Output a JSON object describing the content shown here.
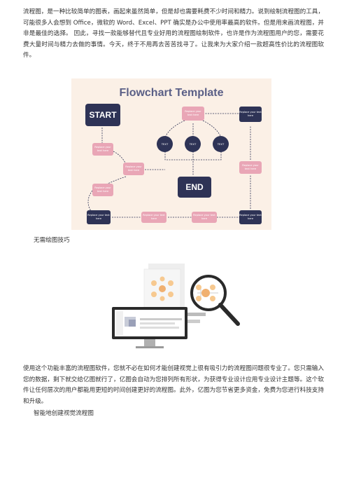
{
  "paragraphs": {
    "p1": "流程图，是一种比较简单的图表，画起来虽然简单，但是却也需要耗费不少时间和精力。说到绘制流程图的工具，可能很多人会想到 Office，微软的 Word、Excel、PPT 确实是办公中使用率最高的软件。但是用来画流程图，并非是最佳的选择。 因此，寻找一款能够替代且专业好用的流程图绘制软件，也许是作为流程图用户的您，需要花费大量时间与精力去做的事情。今天，终于不用再去苦苦找寻了。让我来为大家介绍一款超高性价比的流程图软件。",
    "p2": "使用这个功能丰富的流程图软件，您就不必在如何才能创建视觉上很有吸引力的流程图问题很专业了。您只需输入您的数据，剩下就交给亿图就行了，亿图会自动为您排列所有形状，为获得专业设计应用专业设计主题等。这个软件让任何层次的用户都能用更短的时间创建更好的流程图。此外，亿图为您节省更多资金，免费为您进行科技支持和升级。"
  },
  "captions": {
    "cap1": "无需绘图技巧",
    "cap2": "智能地创建视觉流程图"
  },
  "flowchart": {
    "title": "Flowchart Template",
    "start": "START",
    "end": "END",
    "placeholder": "Replace your text here",
    "circle_text": "TEXT"
  },
  "colors": {
    "dark": "#2e3356",
    "pink": "#e9a6b6",
    "background": "#fbf0e6"
  }
}
